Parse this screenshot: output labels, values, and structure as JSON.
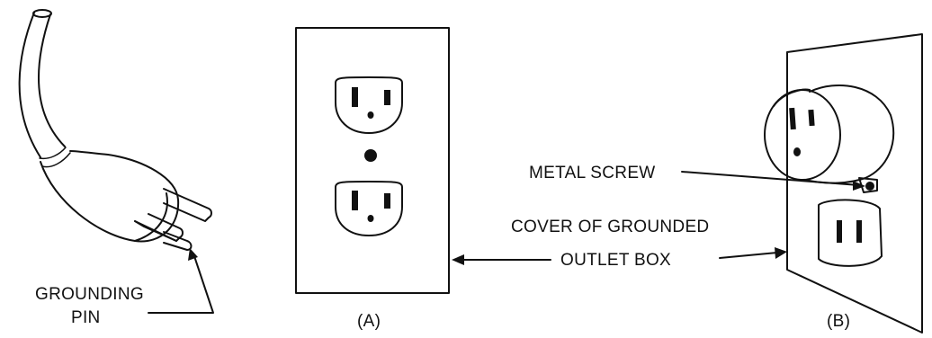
{
  "labels": {
    "grounding_pin_line1": "GROUNDING",
    "grounding_pin_line2": "PIN",
    "metal_screw": "METAL SCREW",
    "cover_line1": "COVER OF GROUNDED",
    "cover_line2": "OUTLET BOX",
    "figure_a": "(A)",
    "figure_b": "(B)"
  },
  "colors": {
    "ink": "#111111",
    "background": "#ffffff"
  }
}
